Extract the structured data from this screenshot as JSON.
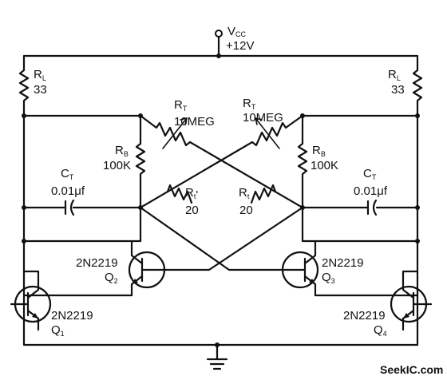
{
  "supply": {
    "name": "V",
    "name_sub": "CC",
    "value": "+12V"
  },
  "load_left": {
    "name": "R",
    "name_sub": "L",
    "value": "33"
  },
  "load_right": {
    "name": "R",
    "name_sub": "L",
    "value": "33"
  },
  "rt_left": {
    "name": "R",
    "name_sub": "T",
    "value": "10MEG"
  },
  "rt_right": {
    "name": "R",
    "name_sub": "T",
    "value": "10MEG"
  },
  "rb_left": {
    "name": "R",
    "name_sub": "B",
    "value": "100K"
  },
  "rb_right": {
    "name": "R",
    "name_sub": "B",
    "value": "100K"
  },
  "ct_left": {
    "name": "C",
    "name_sub": "T",
    "value": "0.01μf"
  },
  "ct_right": {
    "name": "C",
    "name_sub": "T",
    "value": "0.01μf"
  },
  "rt_small_left": {
    "name": "R",
    "name_sub": "t",
    "mark": "'",
    "value": "20"
  },
  "rt_small_right": {
    "name": "R",
    "name_sub": "t",
    "value": "20"
  },
  "q1": {
    "part": "2N2219",
    "name": "Q",
    "name_sub": "1"
  },
  "q2": {
    "part": "2N2219",
    "name": "Q",
    "name_sub": "2"
  },
  "q3": {
    "part": "2N2219",
    "name": "Q",
    "name_sub": "3"
  },
  "q4": {
    "part": "2N2219",
    "name": "Q",
    "name_sub": "4"
  },
  "watermark": "SeekIC.com"
}
